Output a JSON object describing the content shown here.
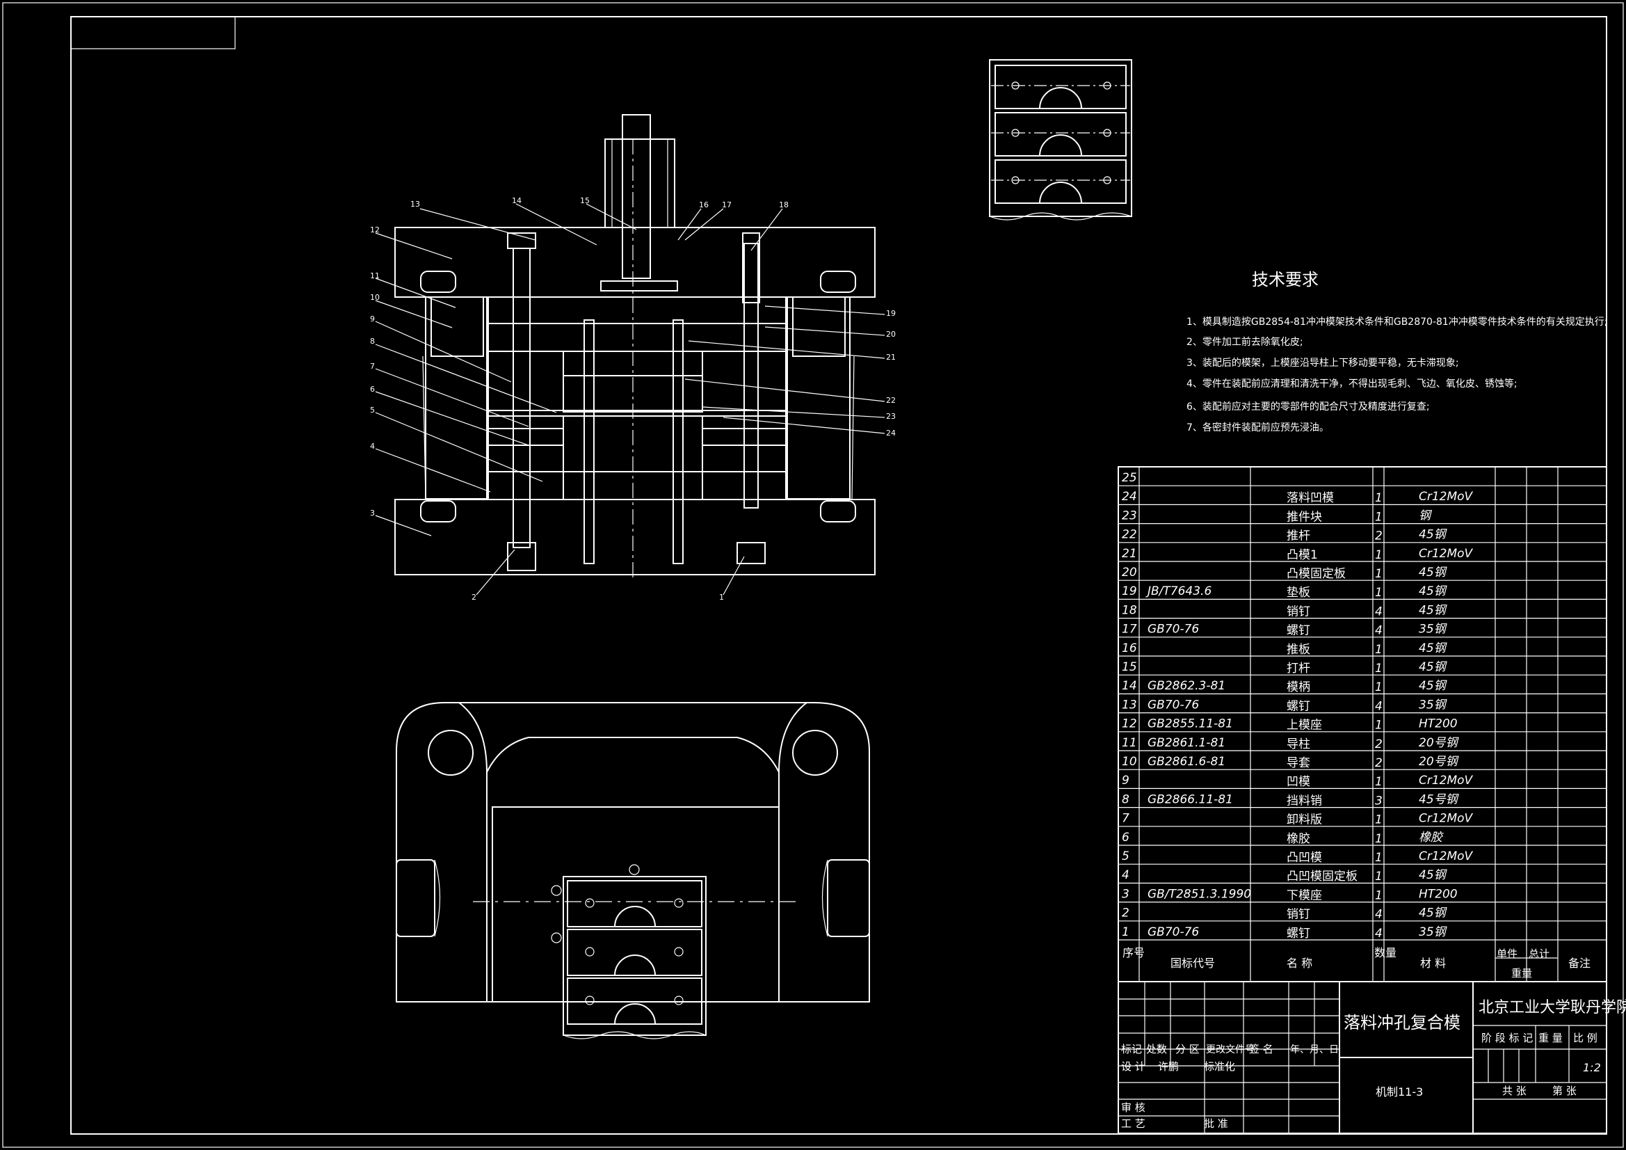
{
  "tech_requirements": {
    "title": "技术要求",
    "items": [
      "1、模具制造按GB2854-81冲冲模架技术条件和GB2870-81冲冲模零件技术条件的有关规定执行;",
      "2、零件加工前去除氧化皮;",
      "3、装配后的模架，上模座沿导柱上下移动要平稳，无卡滞现象;",
      "4、零件在装配前应清理和清洗干净，不得出现毛刺、飞边、氧化皮、锈蚀等;",
      "6、装配前应对主要的零部件的配合尺寸及精度进行复查;",
      "7、各密封件装配前应预先浸油。"
    ]
  },
  "callouts_left": [
    "13",
    "14",
    "15",
    "16",
    "17",
    "18",
    "12",
    "11",
    "10",
    "9",
    "8",
    "7",
    "6",
    "5",
    "4",
    "3",
    "2",
    "1"
  ],
  "callouts_right": [
    "19",
    "20",
    "21",
    "22",
    "23",
    "24"
  ],
  "bom": {
    "rows": [
      {
        "no": "25",
        "code": "",
        "name": "",
        "qty": "",
        "material": ""
      },
      {
        "no": "24",
        "code": "",
        "name": "落料凹模",
        "qty": "1",
        "material": "Cr12MoV"
      },
      {
        "no": "23",
        "code": "",
        "name": "推件块",
        "qty": "1",
        "material": "钢"
      },
      {
        "no": "22",
        "code": "",
        "name": "推杆",
        "qty": "2",
        "material": "45钢"
      },
      {
        "no": "21",
        "code": "",
        "name": "凸模1",
        "qty": "1",
        "material": "Cr12MoV"
      },
      {
        "no": "20",
        "code": "",
        "name": "凸模固定板",
        "qty": "1",
        "material": "45钢"
      },
      {
        "no": "19",
        "code": "JB/T7643.6",
        "name": "垫板",
        "qty": "1",
        "material": "45钢"
      },
      {
        "no": "18",
        "code": "",
        "name": "销钉",
        "qty": "4",
        "material": "45钢"
      },
      {
        "no": "17",
        "code": "GB70-76",
        "name": "螺钉",
        "qty": "4",
        "material": "35钢"
      },
      {
        "no": "16",
        "code": "",
        "name": "推板",
        "qty": "1",
        "material": "45钢"
      },
      {
        "no": "15",
        "code": "",
        "name": "打杆",
        "qty": "1",
        "material": "45钢"
      },
      {
        "no": "14",
        "code": "GB2862.3-81",
        "name": "模柄",
        "qty": "1",
        "material": "45钢"
      },
      {
        "no": "13",
        "code": "GB70-76",
        "name": "螺钉",
        "qty": "4",
        "material": "35钢"
      },
      {
        "no": "12",
        "code": "GB2855.11-81",
        "name": "上模座",
        "qty": "1",
        "material": "HT200"
      },
      {
        "no": "11",
        "code": "GB2861.1-81",
        "name": "导柱",
        "qty": "2",
        "material": "20号钢"
      },
      {
        "no": "10",
        "code": "GB2861.6-81",
        "name": "导套",
        "qty": "2",
        "material": "20号钢"
      },
      {
        "no": "9",
        "code": "",
        "name": "凹模",
        "qty": "1",
        "material": "Cr12MoV"
      },
      {
        "no": "8",
        "code": "GB2866.11-81",
        "name": "挡料销",
        "qty": "3",
        "material": "45号钢"
      },
      {
        "no": "7",
        "code": "",
        "name": "卸料版",
        "qty": "1",
        "material": "Cr12MoV"
      },
      {
        "no": "6",
        "code": "",
        "name": "橡胶",
        "qty": "1",
        "material": "橡胶"
      },
      {
        "no": "5",
        "code": "",
        "name": "凸凹模",
        "qty": "1",
        "material": "Cr12MoV"
      },
      {
        "no": "4",
        "code": "",
        "name": "凸凹模固定板",
        "qty": "1",
        "material": "45钢"
      },
      {
        "no": "3",
        "code": "GB/T2851.3.1990",
        "name": "下模座",
        "qty": "1",
        "material": "HT200"
      },
      {
        "no": "2",
        "code": "",
        "name": "销钉",
        "qty": "4",
        "material": "45钢"
      },
      {
        "no": "1",
        "code": "GB70-76",
        "name": "螺钉",
        "qty": "4",
        "material": "35钢"
      }
    ],
    "header": {
      "no": "序号",
      "code": "国标代号",
      "name": "名  称",
      "qty": "数量",
      "material": "材  料",
      "unit_weight": "单件",
      "total_weight": "总计",
      "weight": "重量",
      "remark": "备注"
    }
  },
  "title_block": {
    "drawing_name": "落料冲孔复合模",
    "school": "北京工业大学耿丹学院",
    "drawing_no": "机制11-3",
    "scale": "1:2",
    "labels": {
      "biaoji": "标记",
      "chushu": "处数",
      "fenqu": "分 区",
      "genggai": "更改文件号",
      "qianming": "签 名",
      "riqi": "年、月、日",
      "sheji": "设 计",
      "xumou": "许鹏",
      "biaozhunhua": "标准化",
      "shenhe": "审 核",
      "gongyi": "工 艺",
      "pizhun": "批 准",
      "jieduan": "阶 段 标 记",
      "zhongliang": "重 量",
      "bili": "比 例",
      "gongzhang": "共    张",
      "dizhang": "第    张"
    }
  }
}
